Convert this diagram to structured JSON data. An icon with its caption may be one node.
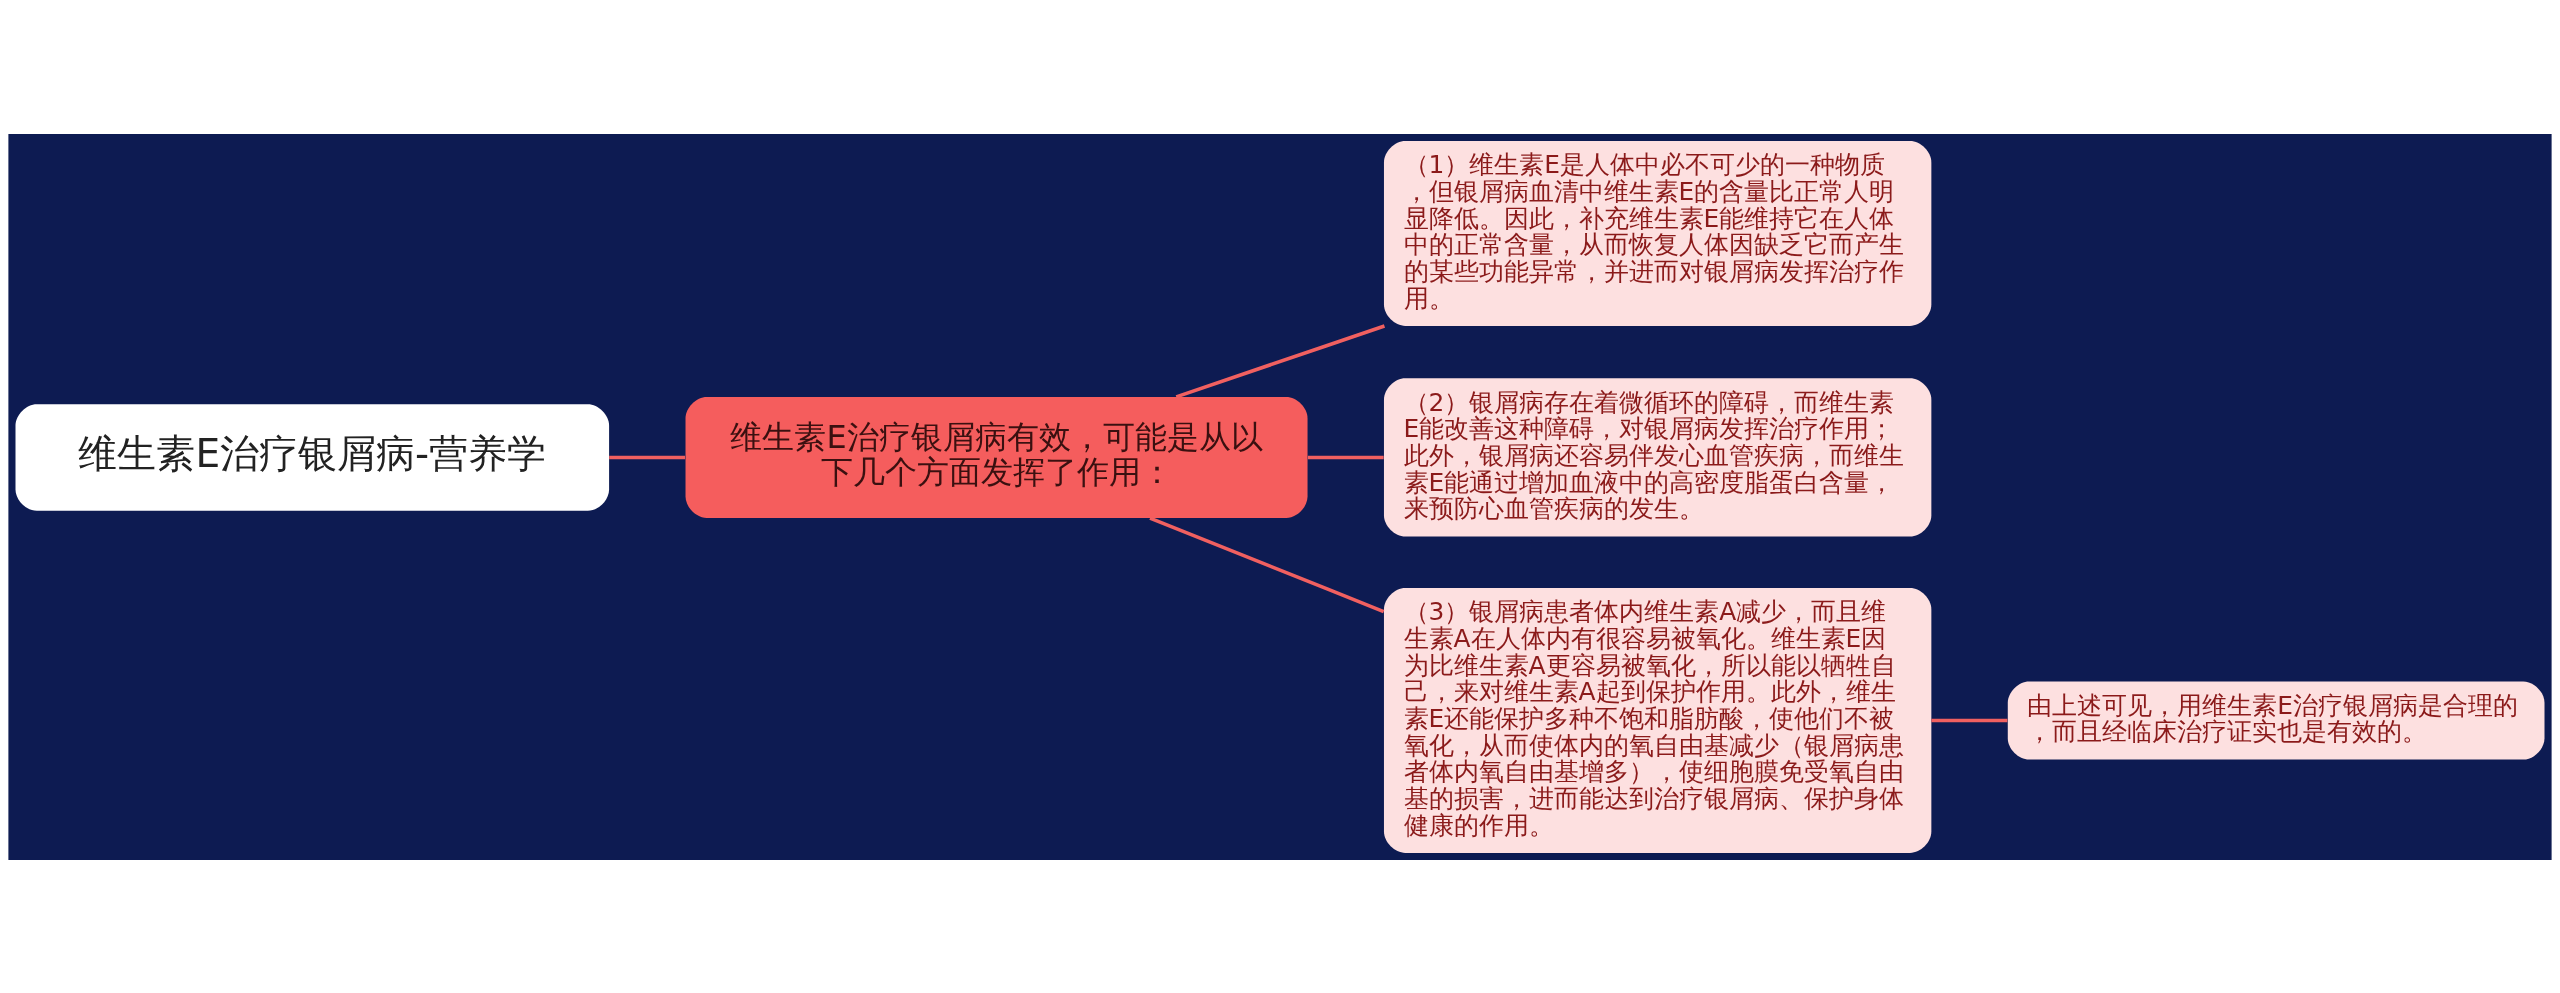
{
  "diagram": {
    "nodes": [
      {
        "text": [
          "维生素E治疗银屑病-营养学"
        ]
      },
      {
        "text": [
          "维生素E治疗银屑病有效，可能是从以下几个方面发挥了作用："
        ]
      },
      {
        "text": [
          "（1）维生素E是人体中必不可少的一种物质，但银屑病血清中维生素E的含量比正常人明显降低。因此，补充维生素E能维持它在人体中的正常含量，从而恢复人体因缺乏它而产生的某些功能异常，并进而对银屑病发挥治疗作用。"
        ]
      },
      {
        "text": [
          "（2）银屑病存在着微循环的障碍，而维生素E能改善这种障碍，对银屑病发挥治疗作用；此外，银屑病还容易伴发心血管疾病，而维生素E能通过增加血液中的高密度脂蛋白含量，来预防心血管疾病的发生。"
        ]
      },
      {
        "text": [
          "（3）银屑病患者体内维生素A减少，而且维生素A在人体内有很容易被氧化。维生素E因为比维生素A更容易被氧化，所以能以牺牲自己，来对维生素A起到保护作用。此外，维生素E还能保护多种不饱和脂肪酸，使他们不被氧化，从而使体内的氧自由基减少（银屑病患者体内氧自由基增多），使细胞膜免受氧自由基的损害，进而能达到治疗银屑病、保护身体健康的作用。"
        ]
      },
      {
        "text": [
          "由上述可见，用维生素E治疗银屑病是合理的，而且经临床治疗证实也是有效的。"
        ]
      }
    ],
    "edges": [
      {
        "from": 0,
        "to": 1,
        "arrow": "none"
      },
      {
        "from": 1,
        "to": 2,
        "arrow": "none"
      },
      {
        "from": 1,
        "to": 3,
        "arrow": "none"
      },
      {
        "from": 1,
        "to": 4,
        "arrow": "none"
      },
      {
        "from": 4,
        "to": 5,
        "arrow": "none"
      }
    ]
  }
}
